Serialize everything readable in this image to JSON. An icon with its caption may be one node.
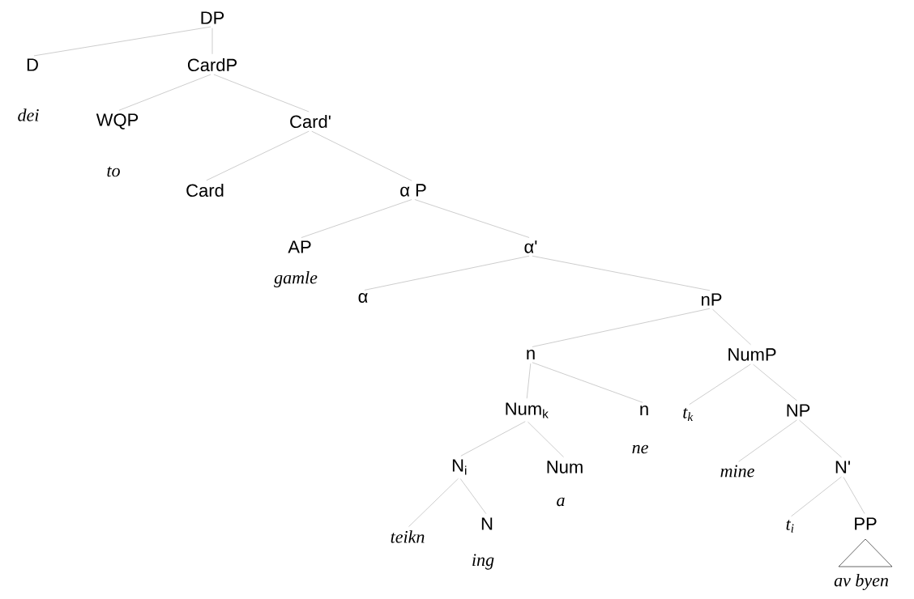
{
  "diagram": {
    "nodes": [
      {
        "text": [
          "DP"
        ]
      },
      {
        "text": [
          "D"
        ],
        "beside": [
          "dei"
        ]
      },
      {
        "text": [
          "CardP"
        ]
      },
      {
        "text": [
          "WQP"
        ],
        "beside": [
          "to"
        ]
      },
      {
        "text": [
          "Card'"
        ]
      },
      {
        "text": [
          "Card"
        ]
      },
      {
        "text": [
          "α P"
        ]
      },
      {
        "text": [
          "AP"
        ],
        "beside": [
          "gamle"
        ]
      },
      {
        "text": [
          "α'"
        ]
      },
      {
        "text": [
          "α"
        ]
      },
      {
        "text": [
          "nP"
        ]
      },
      {
        "text": [
          "n"
        ]
      },
      {
        "text": [
          "NumP"
        ]
      },
      {
        "text": [
          "Num$_{k}$"
        ]
      },
      {
        "text": [
          "n"
        ],
        "beside": [
          "ne"
        ]
      },
      {
        "text": [
          "t$_{k}$"
        ]
      },
      {
        "text": [
          "NP"
        ]
      },
      {
        "text": [
          "N$_{i}$"
        ]
      },
      {
        "text": [
          "Num"
        ],
        "beside": [
          "a"
        ]
      },
      {
        "text": [
          "mine"
        ]
      },
      {
        "text": [
          "N'"
        ]
      },
      {
        "text": [
          "teikn"
        ]
      },
      {
        "text": [
          "N"
        ],
        "beside": [
          "ing"
        ]
      },
      {
        "text": [
          "t$_{i}$"
        ]
      },
      {
        "text": [
          "PP"
        ],
        "beside": [
          "av byen"
        ]
      }
    ],
    "edges": [
      {
        "from": 0,
        "to": 1,
        "arrow": "none"
      },
      {
        "from": 0,
        "to": 2,
        "arrow": "none"
      },
      {
        "from": 2,
        "to": 3,
        "arrow": "none"
      },
      {
        "from": 2,
        "to": 4,
        "arrow": "none"
      },
      {
        "from": 4,
        "to": 5,
        "arrow": "none"
      },
      {
        "from": 4,
        "to": 6,
        "arrow": "none"
      },
      {
        "from": 6,
        "to": 7,
        "arrow": "none"
      },
      {
        "from": 6,
        "to": 8,
        "arrow": "none"
      },
      {
        "from": 8,
        "to": 9,
        "arrow": "none"
      },
      {
        "from": 8,
        "to": 10,
        "arrow": "none"
      },
      {
        "from": 10,
        "to": 11,
        "arrow": "none"
      },
      {
        "from": 10,
        "to": 12,
        "arrow": "none"
      },
      {
        "from": 11,
        "to": 13,
        "arrow": "none"
      },
      {
        "from": 11,
        "to": 14,
        "arrow": "none"
      },
      {
        "from": 12,
        "to": 15,
        "arrow": "none"
      },
      {
        "from": 12,
        "to": 16,
        "arrow": "none"
      },
      {
        "from": 13,
        "to": 17,
        "arrow": "none"
      },
      {
        "from": 13,
        "to": 18,
        "arrow": "none"
      },
      {
        "from": 16,
        "to": 19,
        "arrow": "none"
      },
      {
        "from": 16,
        "to": 20,
        "arrow": "none"
      },
      {
        "from": 17,
        "to": 21,
        "arrow": "none"
      },
      {
        "from": 17,
        "to": 22,
        "arrow": "none"
      },
      {
        "from": 20,
        "to": 23,
        "arrow": "none"
      },
      {
        "from": 20,
        "to": 24,
        "arrow": "none"
      }
    ]
  }
}
